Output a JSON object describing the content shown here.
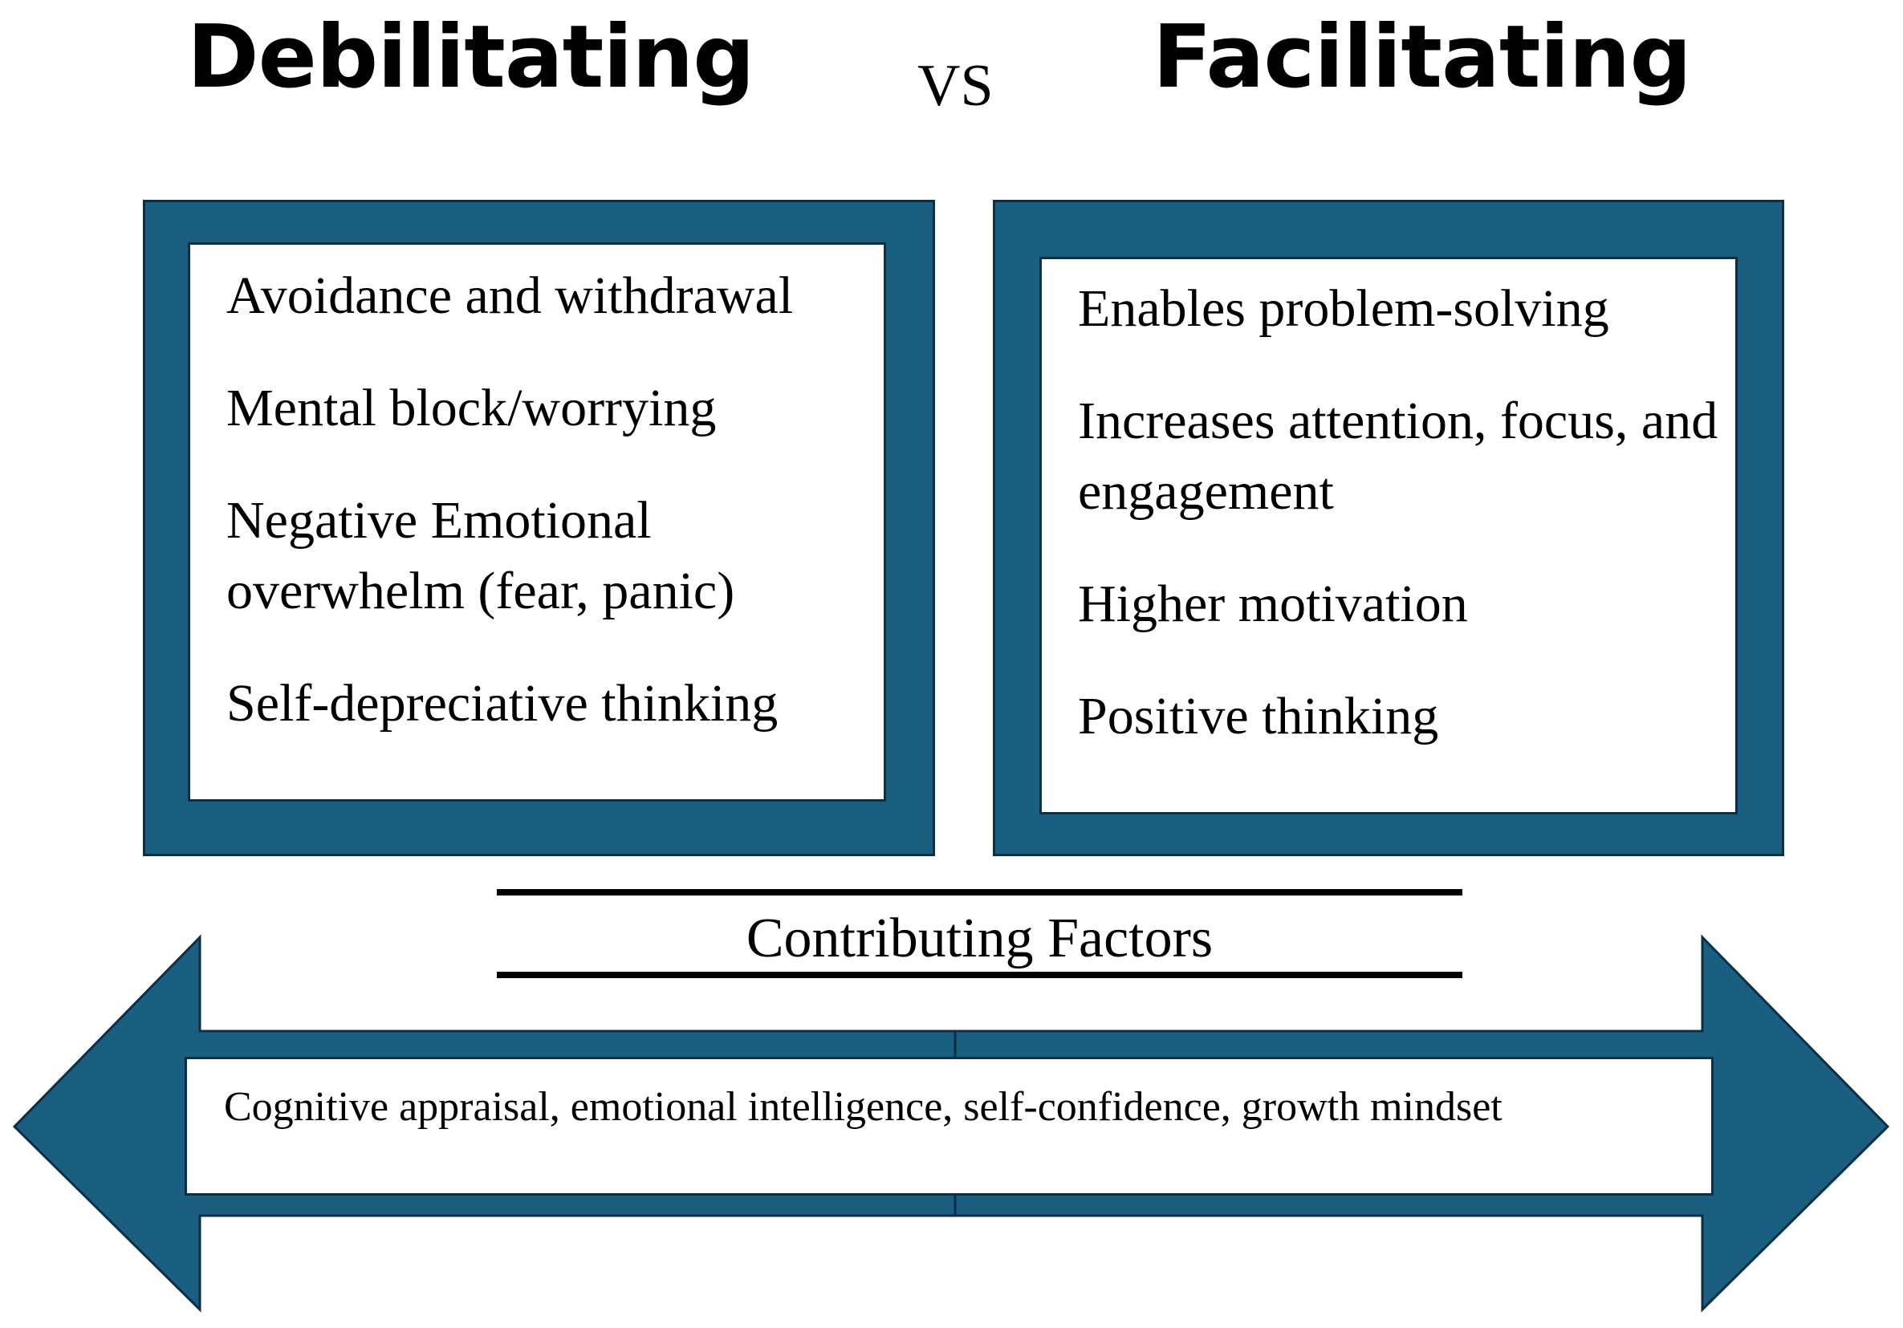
{
  "colors": {
    "accent": "#1a5e80",
    "outline": "#0b2f46",
    "text": "#000000",
    "background": "#ffffff"
  },
  "header": {
    "left_title": "Debilitating",
    "vs_label": "VS",
    "right_title": "Facilitating"
  },
  "debilitating": {
    "items": [
      "Avoidance and withdrawal",
      "Mental block/worrying",
      "Negative Emotional overwhelm (fear, panic)",
      "Self-depreciative thinking"
    ]
  },
  "facilitating": {
    "items": [
      "Enables problem-solving",
      "Increases attention, focus, and engagement",
      "Higher motivation",
      "Positive thinking"
    ]
  },
  "factors": {
    "title": "Contributing Factors",
    "text": "Cognitive appraisal, emotional intelligence, self-confidence, growth mindset"
  }
}
